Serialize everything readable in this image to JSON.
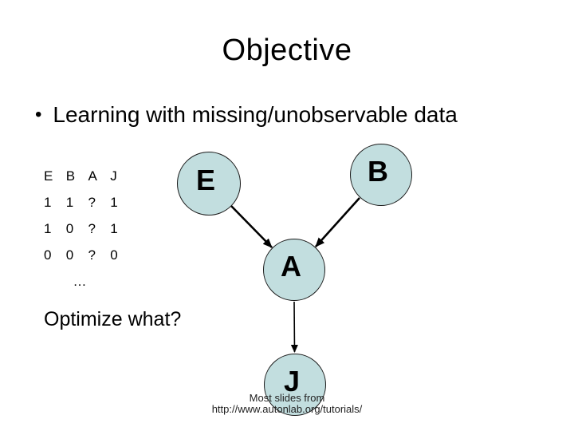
{
  "slide": {
    "title": "Objective",
    "bullet_marker": "•",
    "bullet_text": "Learning with missing/unobservable data",
    "optimize_question": "Optimize what?",
    "footer_line1": "Most slides from",
    "footer_line2": "http://www.autonlab.org/tutorials/"
  },
  "observations": {
    "header": [
      "E",
      "B",
      "A",
      "J"
    ],
    "rows": [
      [
        "1",
        "1",
        "?",
        "1"
      ],
      [
        "1",
        "0",
        "?",
        "1"
      ],
      [
        "0",
        "0",
        "?",
        "0"
      ]
    ],
    "ellipsis": "…"
  },
  "diagram": {
    "type": "bayes-net",
    "node_fill": "#c2dedf",
    "node_border": "#1a1a1a",
    "arrow_color": "#000000",
    "nodes": [
      {
        "id": "E",
        "label": "E"
      },
      {
        "id": "B",
        "label": "B"
      },
      {
        "id": "A",
        "label": "A"
      },
      {
        "id": "J",
        "label": "J"
      }
    ],
    "edges": [
      {
        "from": "E",
        "to": "A"
      },
      {
        "from": "B",
        "to": "A"
      },
      {
        "from": "A",
        "to": "J"
      }
    ]
  }
}
